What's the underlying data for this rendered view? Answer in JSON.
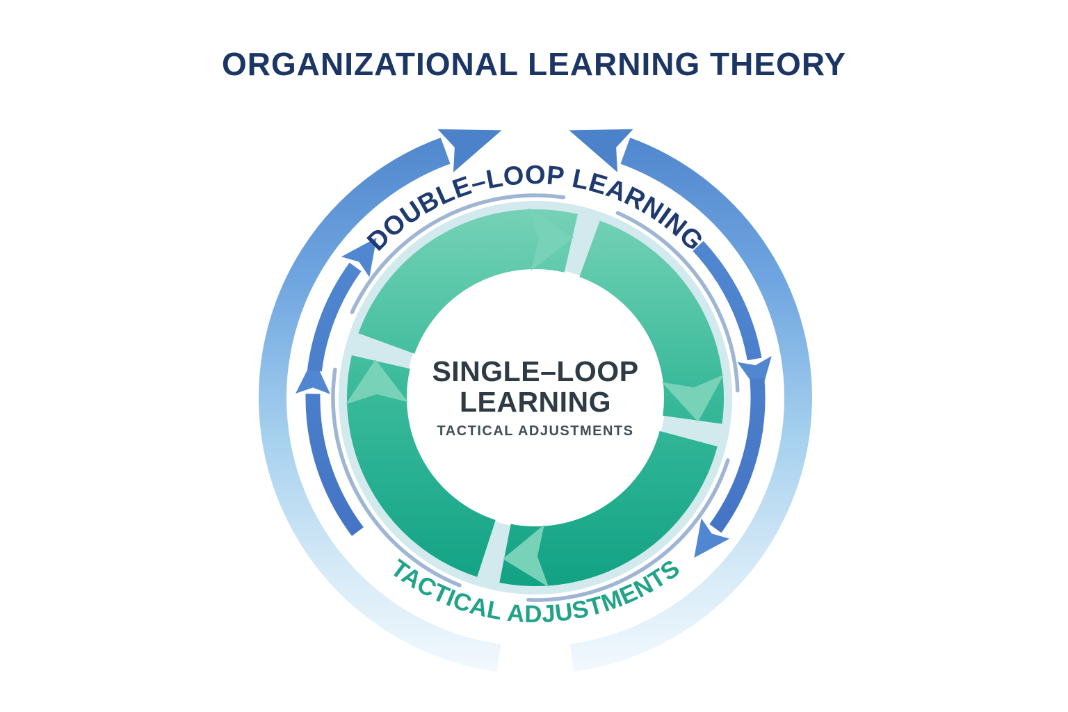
{
  "title": "ORGANIZATIONAL LEARNING THEORY",
  "outer_loop": {
    "label": "DOUBLE–LOOP LEARNING"
  },
  "inner_loop": {
    "label_line1": "SINGLE–LOOP",
    "label_line2": "LEARNING",
    "sublabel": "TACTICAL ADJUSTMENTS"
  },
  "bottom_arc_label": "TACTICAL ADJUSTMENTS",
  "colors": {
    "background": "#FFFFFF",
    "title_navy": "#1B3565",
    "outer_loop_label_navy": "#1E3A6E",
    "outer_ring_blue_top": "#4B82CA",
    "outer_ring_blue_fade_bottom": "#F2F9FD",
    "mid_arrow_blue": "#4A7EC9",
    "inner_ring_green_top": "#77D2B7",
    "inner_ring_green_bottom": "#0EA081",
    "highlight_band_pale_blue": "#D2E9EE",
    "thin_arc_steel_blue": "#93AECE",
    "bottom_label_green": "#21A289",
    "center_heading_charcoal": "#2E3A44",
    "center_subheading_gray": "#414D57"
  }
}
